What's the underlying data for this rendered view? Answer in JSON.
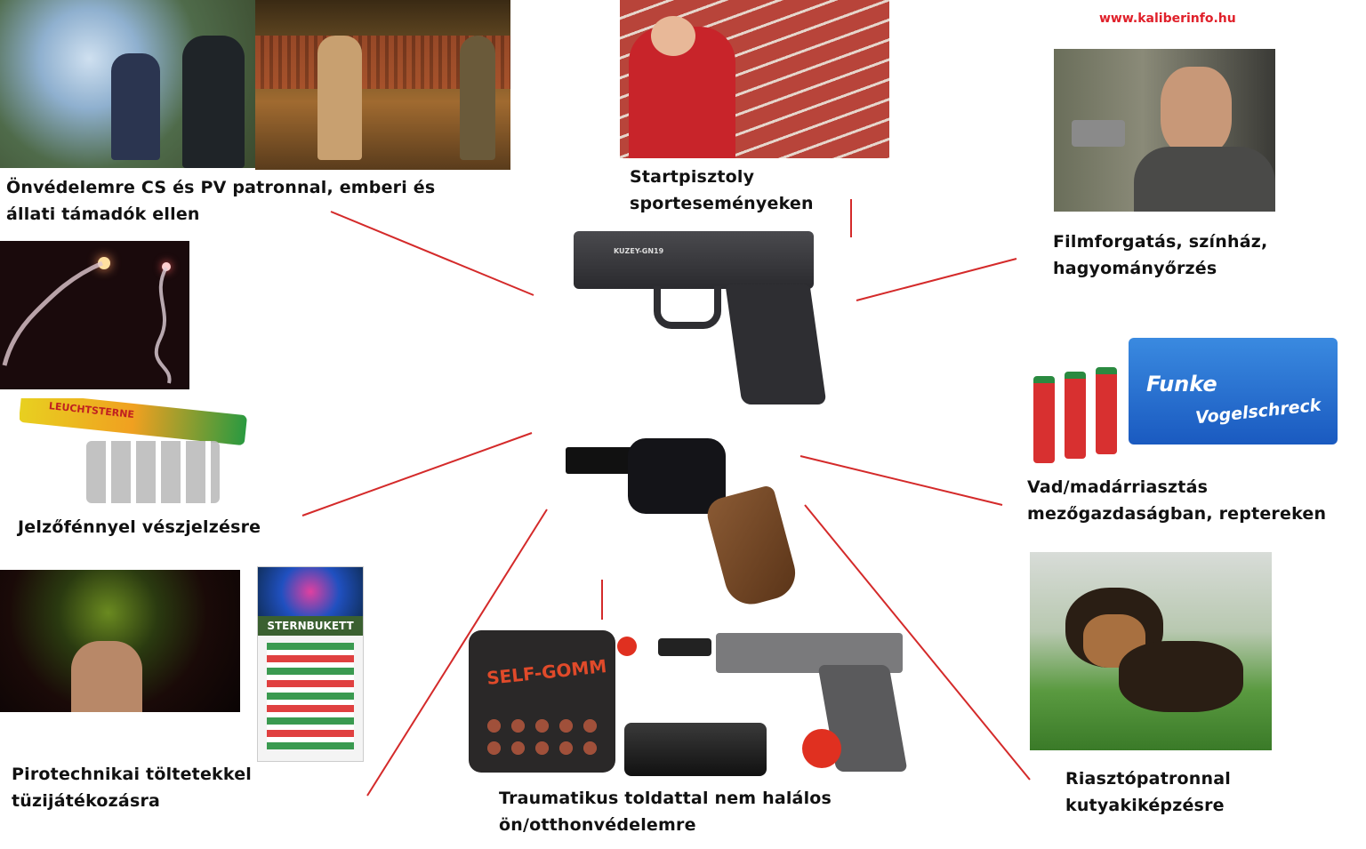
{
  "source_url": "www.kaliberinfo.hu",
  "colors": {
    "connector": "#d42a2a",
    "url": "#e0202a"
  },
  "labels": {
    "self_defense": [
      "Önvédelemre CS és PV patronnal, emberi és",
      "állati támadók ellen"
    ],
    "starter": [
      "Startpisztoly",
      "sporteseményeken"
    ],
    "film": [
      "Filmforgatás, színház,",
      "hagyományőrzés"
    ],
    "signal": [
      "Jelzőfénnyel vészjelzésre"
    ],
    "bird": [
      "Vad/madárriasztás",
      "mezőgazdaságban, reptereken"
    ],
    "pyro": [
      "Pirotechnikai töltetekkel",
      "tüzijátékozásra"
    ],
    "traumatic": [
      "Traumatikus toldattal nem halálos",
      "ön/otthonvédelemre"
    ],
    "dog": [
      "Riasztópatronnal",
      "kutyakiképzésre"
    ]
  },
  "product_text": {
    "pistol_marking": "KUZEY-GN19",
    "leuchtsterne": "LEUCHTSTERNE",
    "sternbukett": "STERNBUKETT",
    "funke": "Funke",
    "vogelschreck": "Vogelschreck",
    "selfgomm": "SELF-GOMM"
  }
}
